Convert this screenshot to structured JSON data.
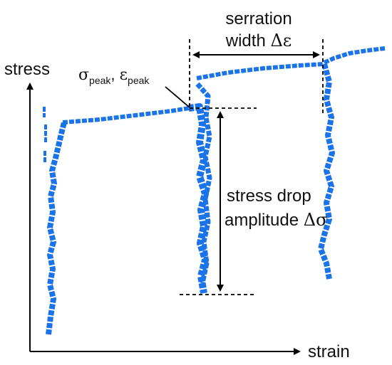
{
  "axes": {
    "y_label": "stress",
    "x_label": "strain"
  },
  "annotations": {
    "serration_width": {
      "line1": "serration",
      "line2_prefix": "width ",
      "symbol": "Δε"
    },
    "peak": {
      "sigma": "σ",
      "peak_sub": "peak",
      "sep": ", ",
      "epsilon": "ε"
    },
    "stress_drop": {
      "line1": "stress drop",
      "line2_prefix": "amplitude ",
      "symbol": "Δσ"
    }
  },
  "colors": {
    "curve": "#1a73e8",
    "line": "#000000"
  }
}
